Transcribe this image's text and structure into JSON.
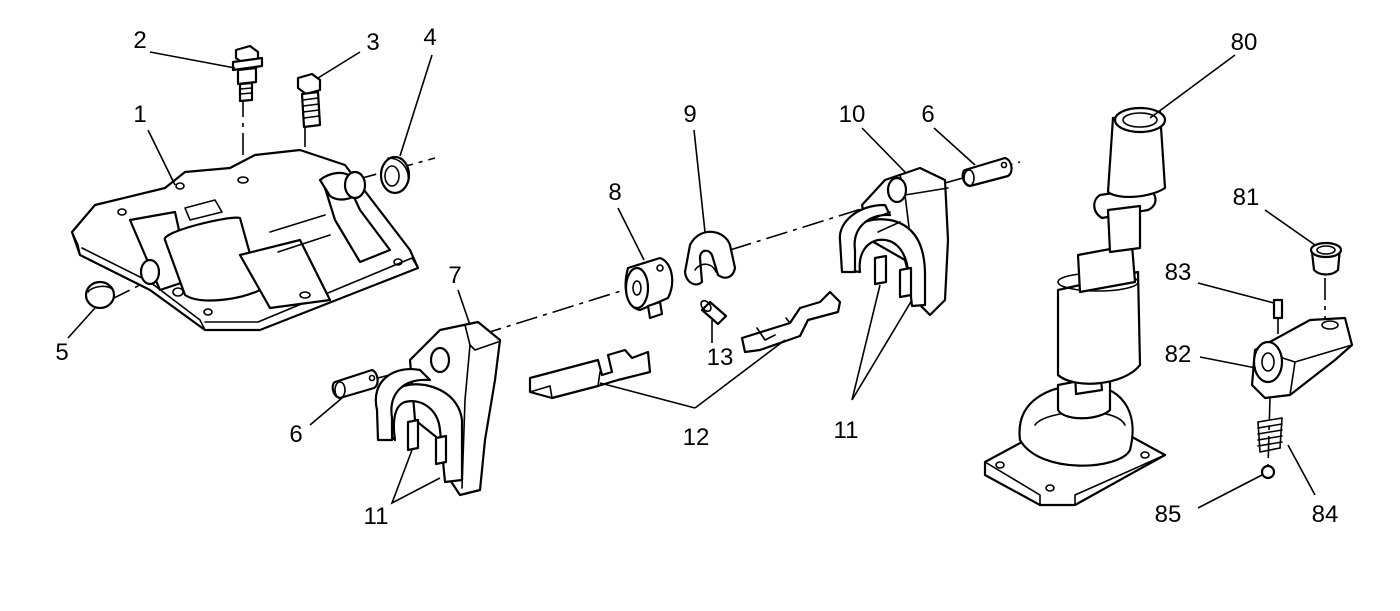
{
  "callouts": {
    "c1": "1",
    "c2": "2",
    "c3": "3",
    "c4": "4",
    "c5": "5",
    "c6a": "6",
    "c6b": "6",
    "c7": "7",
    "c8": "8",
    "c9": "9",
    "c10": "10",
    "c11a": "11",
    "c11b": "11",
    "c12": "12",
    "c13": "13",
    "c80": "80",
    "c81": "81",
    "c82": "82",
    "c83": "83",
    "c84": "84",
    "c85": "85"
  }
}
